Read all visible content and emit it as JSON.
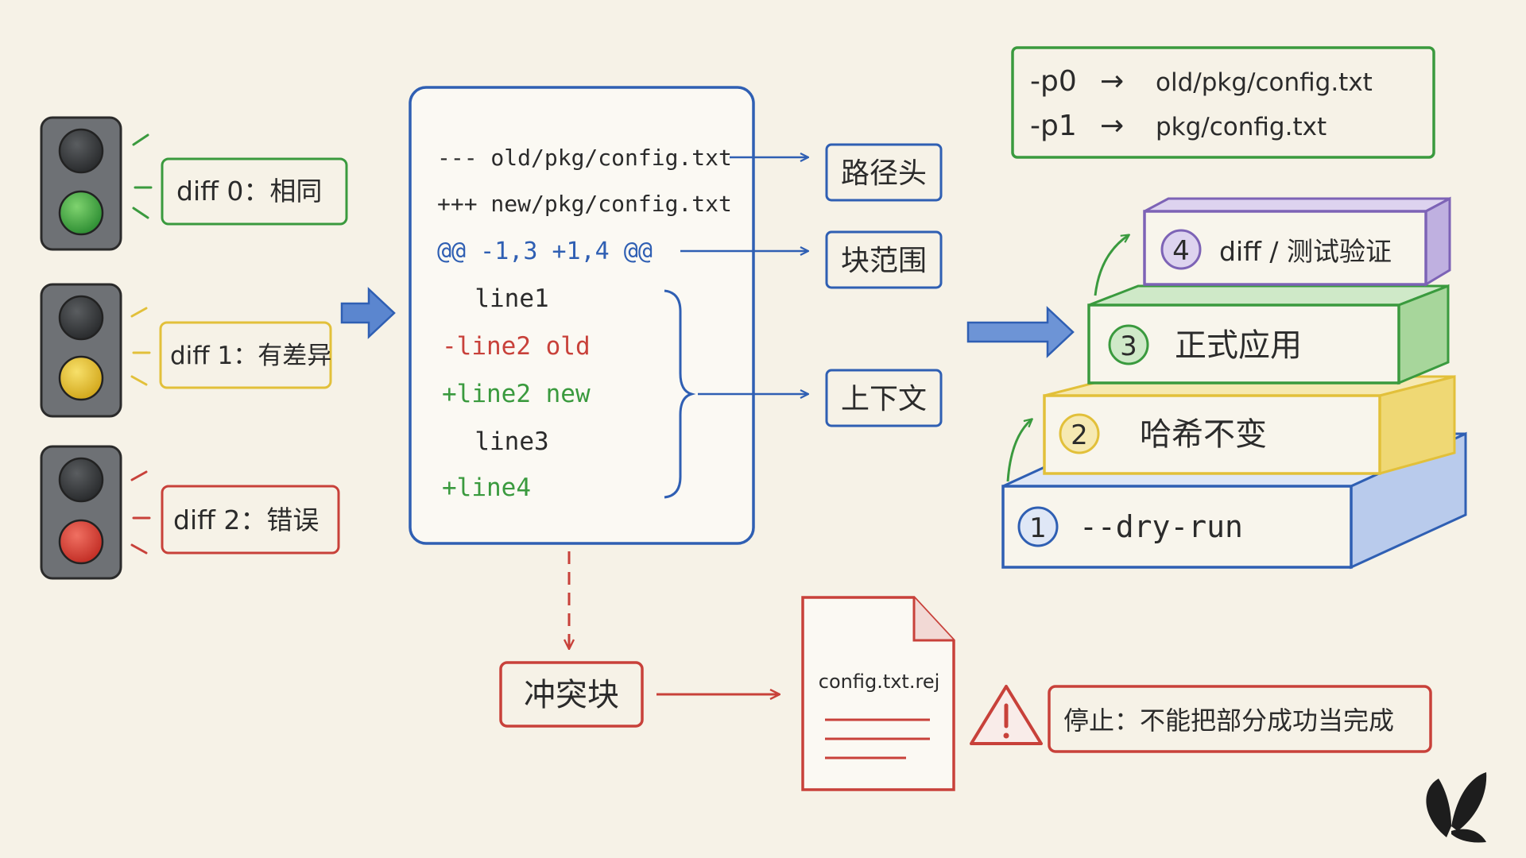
{
  "colors": {
    "paper": "#f6f2e7",
    "blue": "#2f5fb3",
    "green": "#3a9a3e",
    "yellow": "#e2c03a",
    "red": "#c8413a",
    "purple": "#7d63b6",
    "ink": "#2b2b2b"
  },
  "exit_codes": [
    {
      "label": "diff 0：相同",
      "status": "green"
    },
    {
      "label": "diff 1：有差异",
      "status": "yellow"
    },
    {
      "label": "diff 2：错误",
      "status": "red"
    }
  ],
  "patch_file": {
    "lines": [
      {
        "text": "--- old/pkg/config.txt",
        "kind": "header"
      },
      {
        "text": "+++ new/pkg/config.txt",
        "kind": "header"
      },
      {
        "text": "@@ -1,3 +1,4 @@",
        "kind": "hunk"
      },
      {
        "text": "  line1",
        "kind": "context"
      },
      {
        "text": "-line2 old",
        "kind": "removed"
      },
      {
        "text": "+line2 new",
        "kind": "added"
      },
      {
        "text": "  line3",
        "kind": "context"
      },
      {
        "text": "+line4",
        "kind": "added"
      }
    ]
  },
  "callouts": {
    "path_header": "路径头",
    "hunk_range": "块范围",
    "context": "上下文"
  },
  "strip_levels": {
    "p0": {
      "flag": "-p0",
      "arrow": "→",
      "path": "old/pkg/config.txt"
    },
    "p1": {
      "flag": "-p1",
      "arrow": "→",
      "path": "pkg/config.txt"
    }
  },
  "steps": [
    {
      "number": "1",
      "label": "--dry-run",
      "color": "blue"
    },
    {
      "number": "2",
      "label": "哈希不变",
      "color": "yellow"
    },
    {
      "number": "3",
      "label": "正式应用",
      "color": "green"
    },
    {
      "number": "4",
      "label": "diff / 测试验证",
      "color": "purple"
    }
  ],
  "conflict": {
    "label": "冲突块",
    "reject_file": "config.txt.rej",
    "warning_icon": "warning-triangle-icon",
    "stop_message": "停止：不能把部分成功当完成"
  },
  "logo_icon": "butterfly-icon"
}
